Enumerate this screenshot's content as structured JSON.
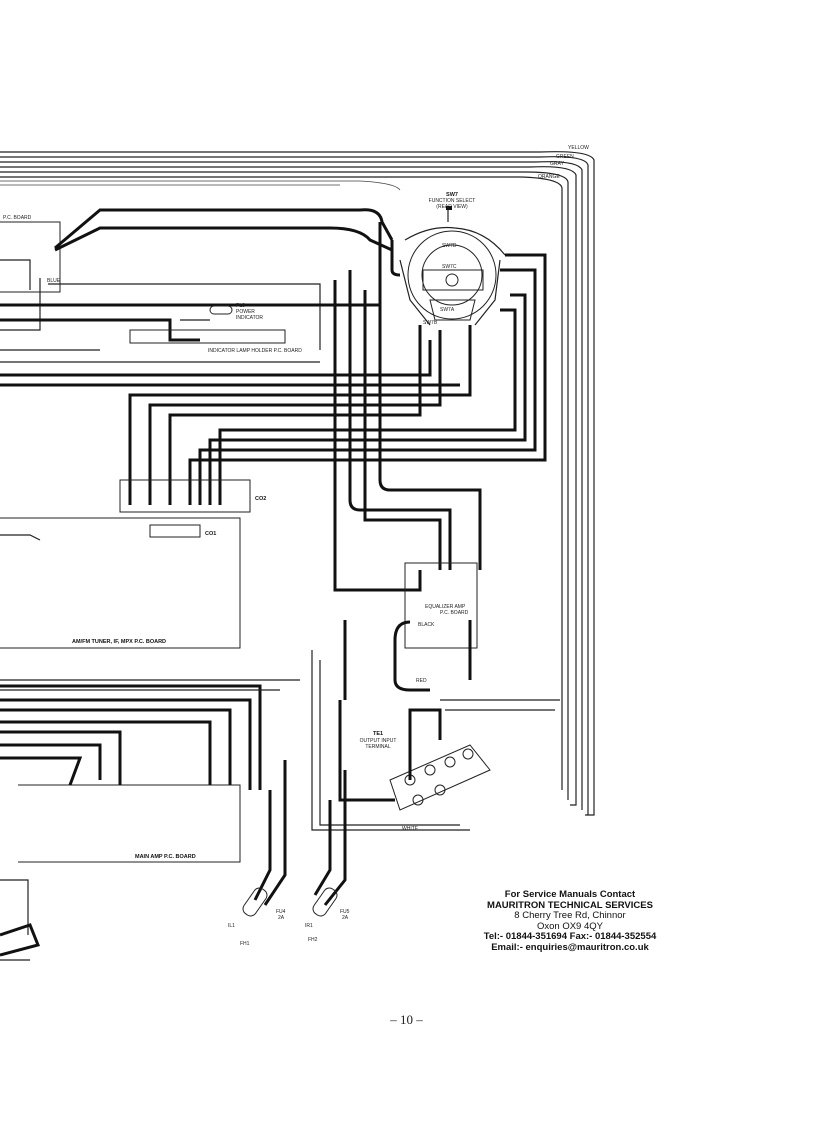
{
  "labels": {
    "sw7_title": "SW7",
    "sw7_sub1": "FUNCTION SELECT",
    "sw7_sub2": "(REAR VIEW)",
    "sw7d": "SW7D",
    "sw7c": "SW7C",
    "sw7a": "SW7A",
    "sw7b": "SW7B",
    "pcboard": "P.C. BOARD",
    "pl8": "PL8",
    "power1": "POWER",
    "power2": "INDICATOR",
    "lamp_holder": "INDICATOR LAMP HOLDER P.C. BOARD",
    "co2": "CO2",
    "co1": "CO1",
    "tuner_board": "AM/FM TUNER, IF, MPX P.C. BOARD",
    "eq_board1": "EQUALIZER AMP",
    "eq_board2": "P.C. BOARD",
    "te1": "TE1",
    "te1_sub1": "OUTPUT  INPUT",
    "te1_sub2": "TERMINAL",
    "main_amp": "MAIN AMP P.C. BOARD",
    "fu4": "FU4",
    "fu4_val": "2A",
    "fu5": "FU5",
    "fu5_val": "2A",
    "il1": "IL1",
    "ir1": "IR1",
    "fh1": "FH1",
    "fh2": "FH2",
    "w_yellow": "YELLOW",
    "w_green": "GREEN",
    "w_gray": "GRAY",
    "w_orange": "ORANGE",
    "w_blue": "BLUE",
    "w_white": "WHITE",
    "w_red": "RED",
    "w_black": "BLACK"
  },
  "contact": {
    "line1": "For Service Manuals Contact",
    "line2": "MAURITRON TECHNICAL SERVICES",
    "line3": "8 Cherry Tree Rd, Chinnor",
    "line4": "Oxon OX9 4QY",
    "line5": "Tel:- 01844-351694 Fax:- 01844-352554",
    "line6": "Email:- enquiries@mauritron.co.uk"
  },
  "page_number": "– 10 –"
}
